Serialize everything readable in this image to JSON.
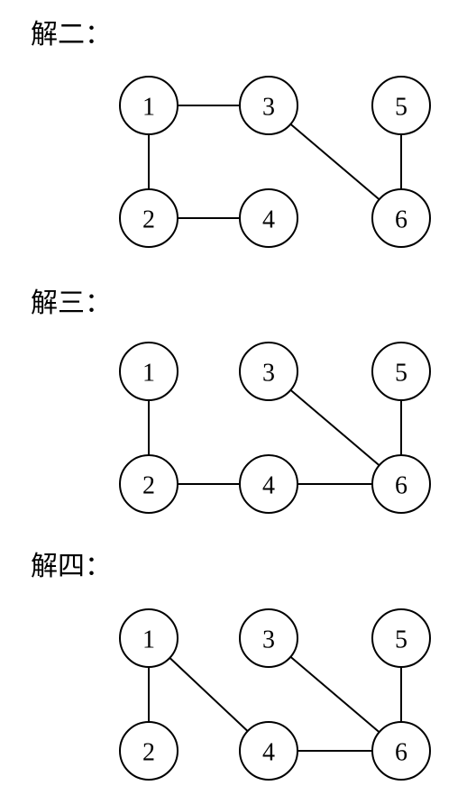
{
  "diagrams": [
    {
      "heading": "解二：",
      "nodes": [
        "1",
        "3",
        "5",
        "2",
        "4",
        "6"
      ],
      "edges": [
        [
          "1",
          "3"
        ],
        [
          "1",
          "2"
        ],
        [
          "2",
          "4"
        ],
        [
          "3",
          "6"
        ],
        [
          "5",
          "6"
        ]
      ]
    },
    {
      "heading": "解三：",
      "nodes": [
        "1",
        "3",
        "5",
        "2",
        "4",
        "6"
      ],
      "edges": [
        [
          "1",
          "2"
        ],
        [
          "2",
          "4"
        ],
        [
          "4",
          "6"
        ],
        [
          "3",
          "6"
        ],
        [
          "5",
          "6"
        ]
      ]
    },
    {
      "heading": "解四：",
      "nodes": [
        "1",
        "3",
        "5",
        "2",
        "4",
        "6"
      ],
      "edges": [
        [
          "1",
          "2"
        ],
        [
          "1",
          "4"
        ],
        [
          "4",
          "6"
        ],
        [
          "3",
          "6"
        ],
        [
          "5",
          "6"
        ]
      ]
    }
  ]
}
